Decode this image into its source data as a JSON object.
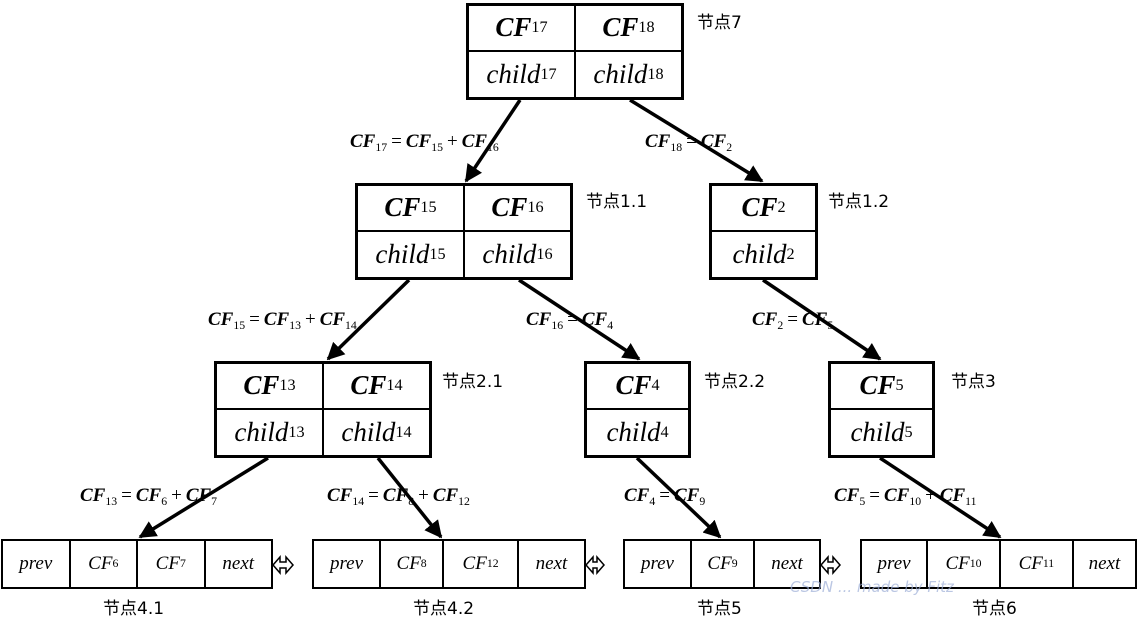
{
  "nodes": [
    {
      "id": "n7",
      "label": "节点7",
      "cf": [
        [
          "CF",
          "17"
        ],
        [
          "CF",
          "18"
        ]
      ],
      "child": [
        [
          "child",
          "17"
        ],
        [
          "child",
          "18"
        ]
      ]
    },
    {
      "id": "n11",
      "label": "节点1.1",
      "cf": [
        [
          "CF",
          "15"
        ],
        [
          "CF",
          "16"
        ]
      ],
      "child": [
        [
          "child",
          "15"
        ],
        [
          "child",
          "16"
        ]
      ]
    },
    {
      "id": "n12",
      "label": "节点1.2",
      "cf": [
        [
          "CF",
          "2"
        ]
      ],
      "child": [
        [
          "child",
          "2"
        ]
      ]
    },
    {
      "id": "n21",
      "label": "节点2.1",
      "cf": [
        [
          "CF",
          "13"
        ],
        [
          "CF",
          "14"
        ]
      ],
      "child": [
        [
          "child",
          "13"
        ],
        [
          "child",
          "14"
        ]
      ]
    },
    {
      "id": "n22",
      "label": "节点2.2",
      "cf": [
        [
          "CF",
          "4"
        ]
      ],
      "child": [
        [
          "child",
          "4"
        ]
      ]
    },
    {
      "id": "n3",
      "label": "节点3",
      "cf": [
        [
          "CF",
          "5"
        ]
      ],
      "child": [
        [
          "child",
          "5"
        ]
      ]
    }
  ],
  "leaves": [
    {
      "id": "l41",
      "label": "节点4.1",
      "prev": "prev",
      "cf": [
        [
          "CF",
          "6"
        ],
        [
          "CF",
          "7"
        ]
      ],
      "next": "next"
    },
    {
      "id": "l42",
      "label": "节点4.2",
      "prev": "prev",
      "cf": [
        [
          "CF",
          "8"
        ],
        [
          "CF",
          "12"
        ]
      ],
      "next": "next"
    },
    {
      "id": "l5",
      "label": "节点5",
      "prev": "prev",
      "cf": [
        [
          "CF",
          "9"
        ]
      ],
      "next": "next"
    },
    {
      "id": "l6",
      "label": "节点6",
      "prev": "prev",
      "cf": [
        [
          "CF",
          "10"
        ],
        [
          "CF",
          "11"
        ]
      ],
      "next": "next"
    }
  ],
  "equations": [
    {
      "id": "e1",
      "lhs": [
        "CF",
        "17"
      ],
      "rhs": [
        [
          "CF",
          "15"
        ],
        [
          "CF",
          "16"
        ]
      ]
    },
    {
      "id": "e2",
      "lhs": [
        "CF",
        "18"
      ],
      "rhs": [
        [
          "CF",
          "2"
        ]
      ]
    },
    {
      "id": "e3",
      "lhs": [
        "CF",
        "15"
      ],
      "rhs": [
        [
          "CF",
          "13"
        ],
        [
          "CF",
          "14"
        ]
      ]
    },
    {
      "id": "e4",
      "lhs": [
        "CF",
        "16"
      ],
      "rhs": [
        [
          "CF",
          "4"
        ]
      ]
    },
    {
      "id": "e5",
      "lhs": [
        "CF",
        "2"
      ],
      "rhs": [
        [
          "CF",
          "5"
        ]
      ]
    },
    {
      "id": "e6",
      "lhs": [
        "CF",
        "13"
      ],
      "rhs": [
        [
          "CF",
          "6"
        ],
        [
          "CF",
          "7"
        ]
      ]
    },
    {
      "id": "e7",
      "lhs": [
        "CF",
        "14"
      ],
      "rhs": [
        [
          "CF",
          "8"
        ],
        [
          "CF",
          "12"
        ]
      ]
    },
    {
      "id": "e8",
      "lhs": [
        "CF",
        "4"
      ],
      "rhs": [
        [
          "CF",
          "9"
        ]
      ]
    },
    {
      "id": "e9",
      "lhs": [
        "CF",
        "5"
      ],
      "rhs": [
        [
          "CF",
          "10"
        ],
        [
          "CF",
          "11"
        ]
      ]
    }
  ],
  "symbols": {
    "equals": "=",
    "plus": "+"
  },
  "icons": {
    "link": "double-arrow-icon"
  },
  "watermark": "CSDN ... made by Fitz"
}
